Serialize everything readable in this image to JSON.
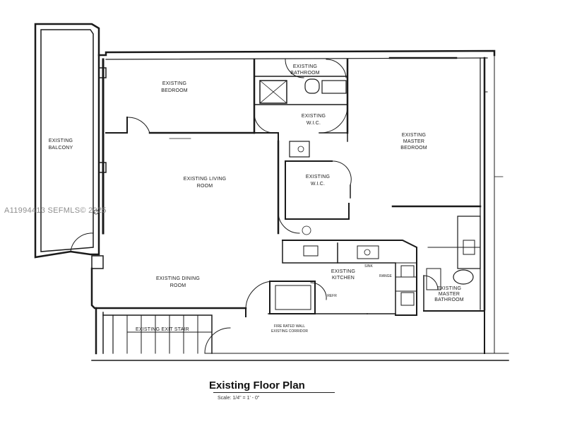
{
  "plan": {
    "title": "Existing Floor Plan",
    "scale": "Scale: 1/4\" = 1' - 0\"",
    "watermark": "A11994413  SEFMLS© 2025",
    "rooms": {
      "balcony_1": "EXISTING",
      "balcony_2": "BALCONY",
      "bedroom_1": "EXISTING",
      "bedroom_2": "BEDROOM",
      "bathroom_1": "EXISTING",
      "bathroom_2": "BATHROOM",
      "wic1_1": "EXISTING",
      "wic1_2": "W.I.C.",
      "master_bed_1": "EXISTING",
      "master_bed_2": "MASTER",
      "master_bed_3": "BEDROOM",
      "living_1": "EXISTING LIVING",
      "living_2": "ROOM",
      "wic2_1": "EXISTING",
      "wic2_2": "W.I.C.",
      "kitchen_1": "EXISTING",
      "kitchen_2": "KITCHEN",
      "dining_1": "EXISTING DINING",
      "dining_2": "ROOM",
      "master_bath_1": "EXISTING",
      "master_bath_2": "MASTER",
      "master_bath_3": "BATHROOM",
      "stair": "EXISTING EXIT STAIR",
      "corridor_1": "FIRE RATED WALL",
      "corridor_2": "EXISTING CORRIDOR",
      "range": "RANGE",
      "sink": "SINK",
      "refr": "REFR"
    }
  }
}
